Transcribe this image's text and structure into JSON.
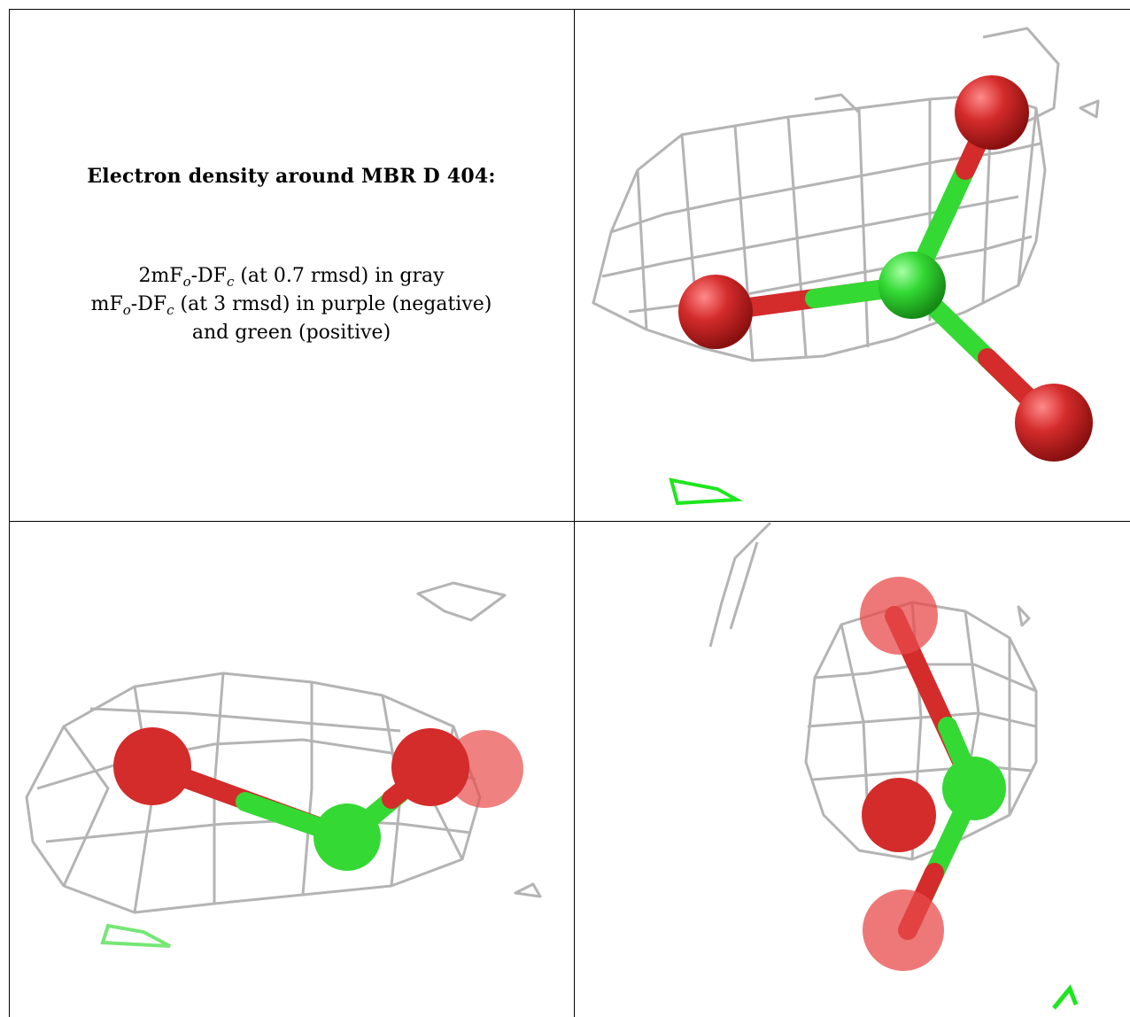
{
  "caption": {
    "title": "Electron density around MBR D 404:",
    "line1": {
      "a": "2mF",
      "a_sub": "o",
      "b": "-DF",
      "b_sub": "c",
      "rest": " (at 0.7 rmsd) in gray"
    },
    "line2": {
      "a": "mF",
      "a_sub": "o",
      "b": "-DF",
      "b_sub": "c",
      "rest": " (at 3 rmsd) in purple (negative)"
    },
    "line3": "and green (positive)"
  },
  "colors": {
    "mesh_gray": "#b4b4b4",
    "oxygen_red": "#d42b2b",
    "boron_green": "#34d934",
    "positive_green": "#1ee61e",
    "border": "#000000"
  }
}
